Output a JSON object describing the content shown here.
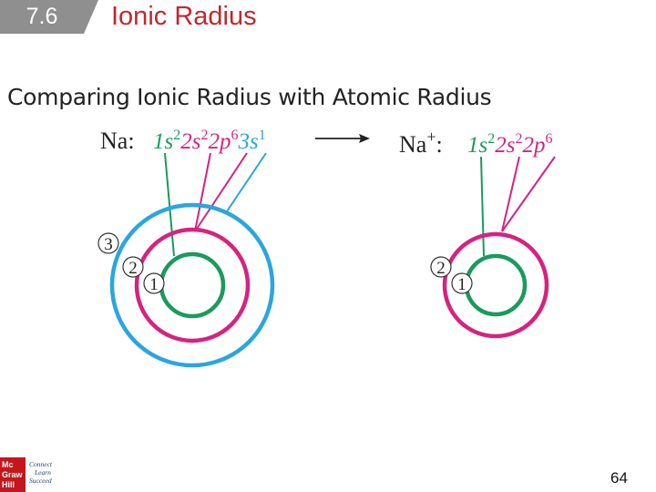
{
  "header": {
    "section_number": "7.6",
    "title": "Ionic Radius"
  },
  "subtitle": "Comparing Ionic Radius with Atomic Radius",
  "diagram": {
    "left": {
      "species": "Na:",
      "configuration": [
        {
          "base": "1s",
          "exp": "2",
          "color": "#1a9a5c"
        },
        {
          "base": "2s",
          "exp": "2",
          "color": "#d6237f"
        },
        {
          "base": "2p",
          "exp": "6",
          "color": "#d6237f"
        },
        {
          "base": "3s",
          "exp": "1",
          "color": "#2aa6de"
        }
      ],
      "shell_labels": [
        "3",
        "2",
        "1"
      ]
    },
    "right": {
      "species": "Na",
      "charge": "+",
      "separator": ":",
      "configuration": [
        {
          "base": "1s",
          "exp": "2",
          "color": "#1a9a5c"
        },
        {
          "base": "2s",
          "exp": "2",
          "color": "#d6237f"
        },
        {
          "base": "2p",
          "exp": "6",
          "color": "#d6237f"
        }
      ],
      "shell_labels": [
        "2",
        "1"
      ]
    },
    "colors": {
      "shell1": "#1a9a5c",
      "shell2": "#d6237f",
      "shell3": "#2aa6de"
    }
  },
  "logo": {
    "brand_lines": [
      "Mc",
      "Graw",
      "Hill"
    ],
    "tagline_lines": [
      "Connect",
      "Learn",
      "Succeed"
    ]
  },
  "page_number": "64"
}
